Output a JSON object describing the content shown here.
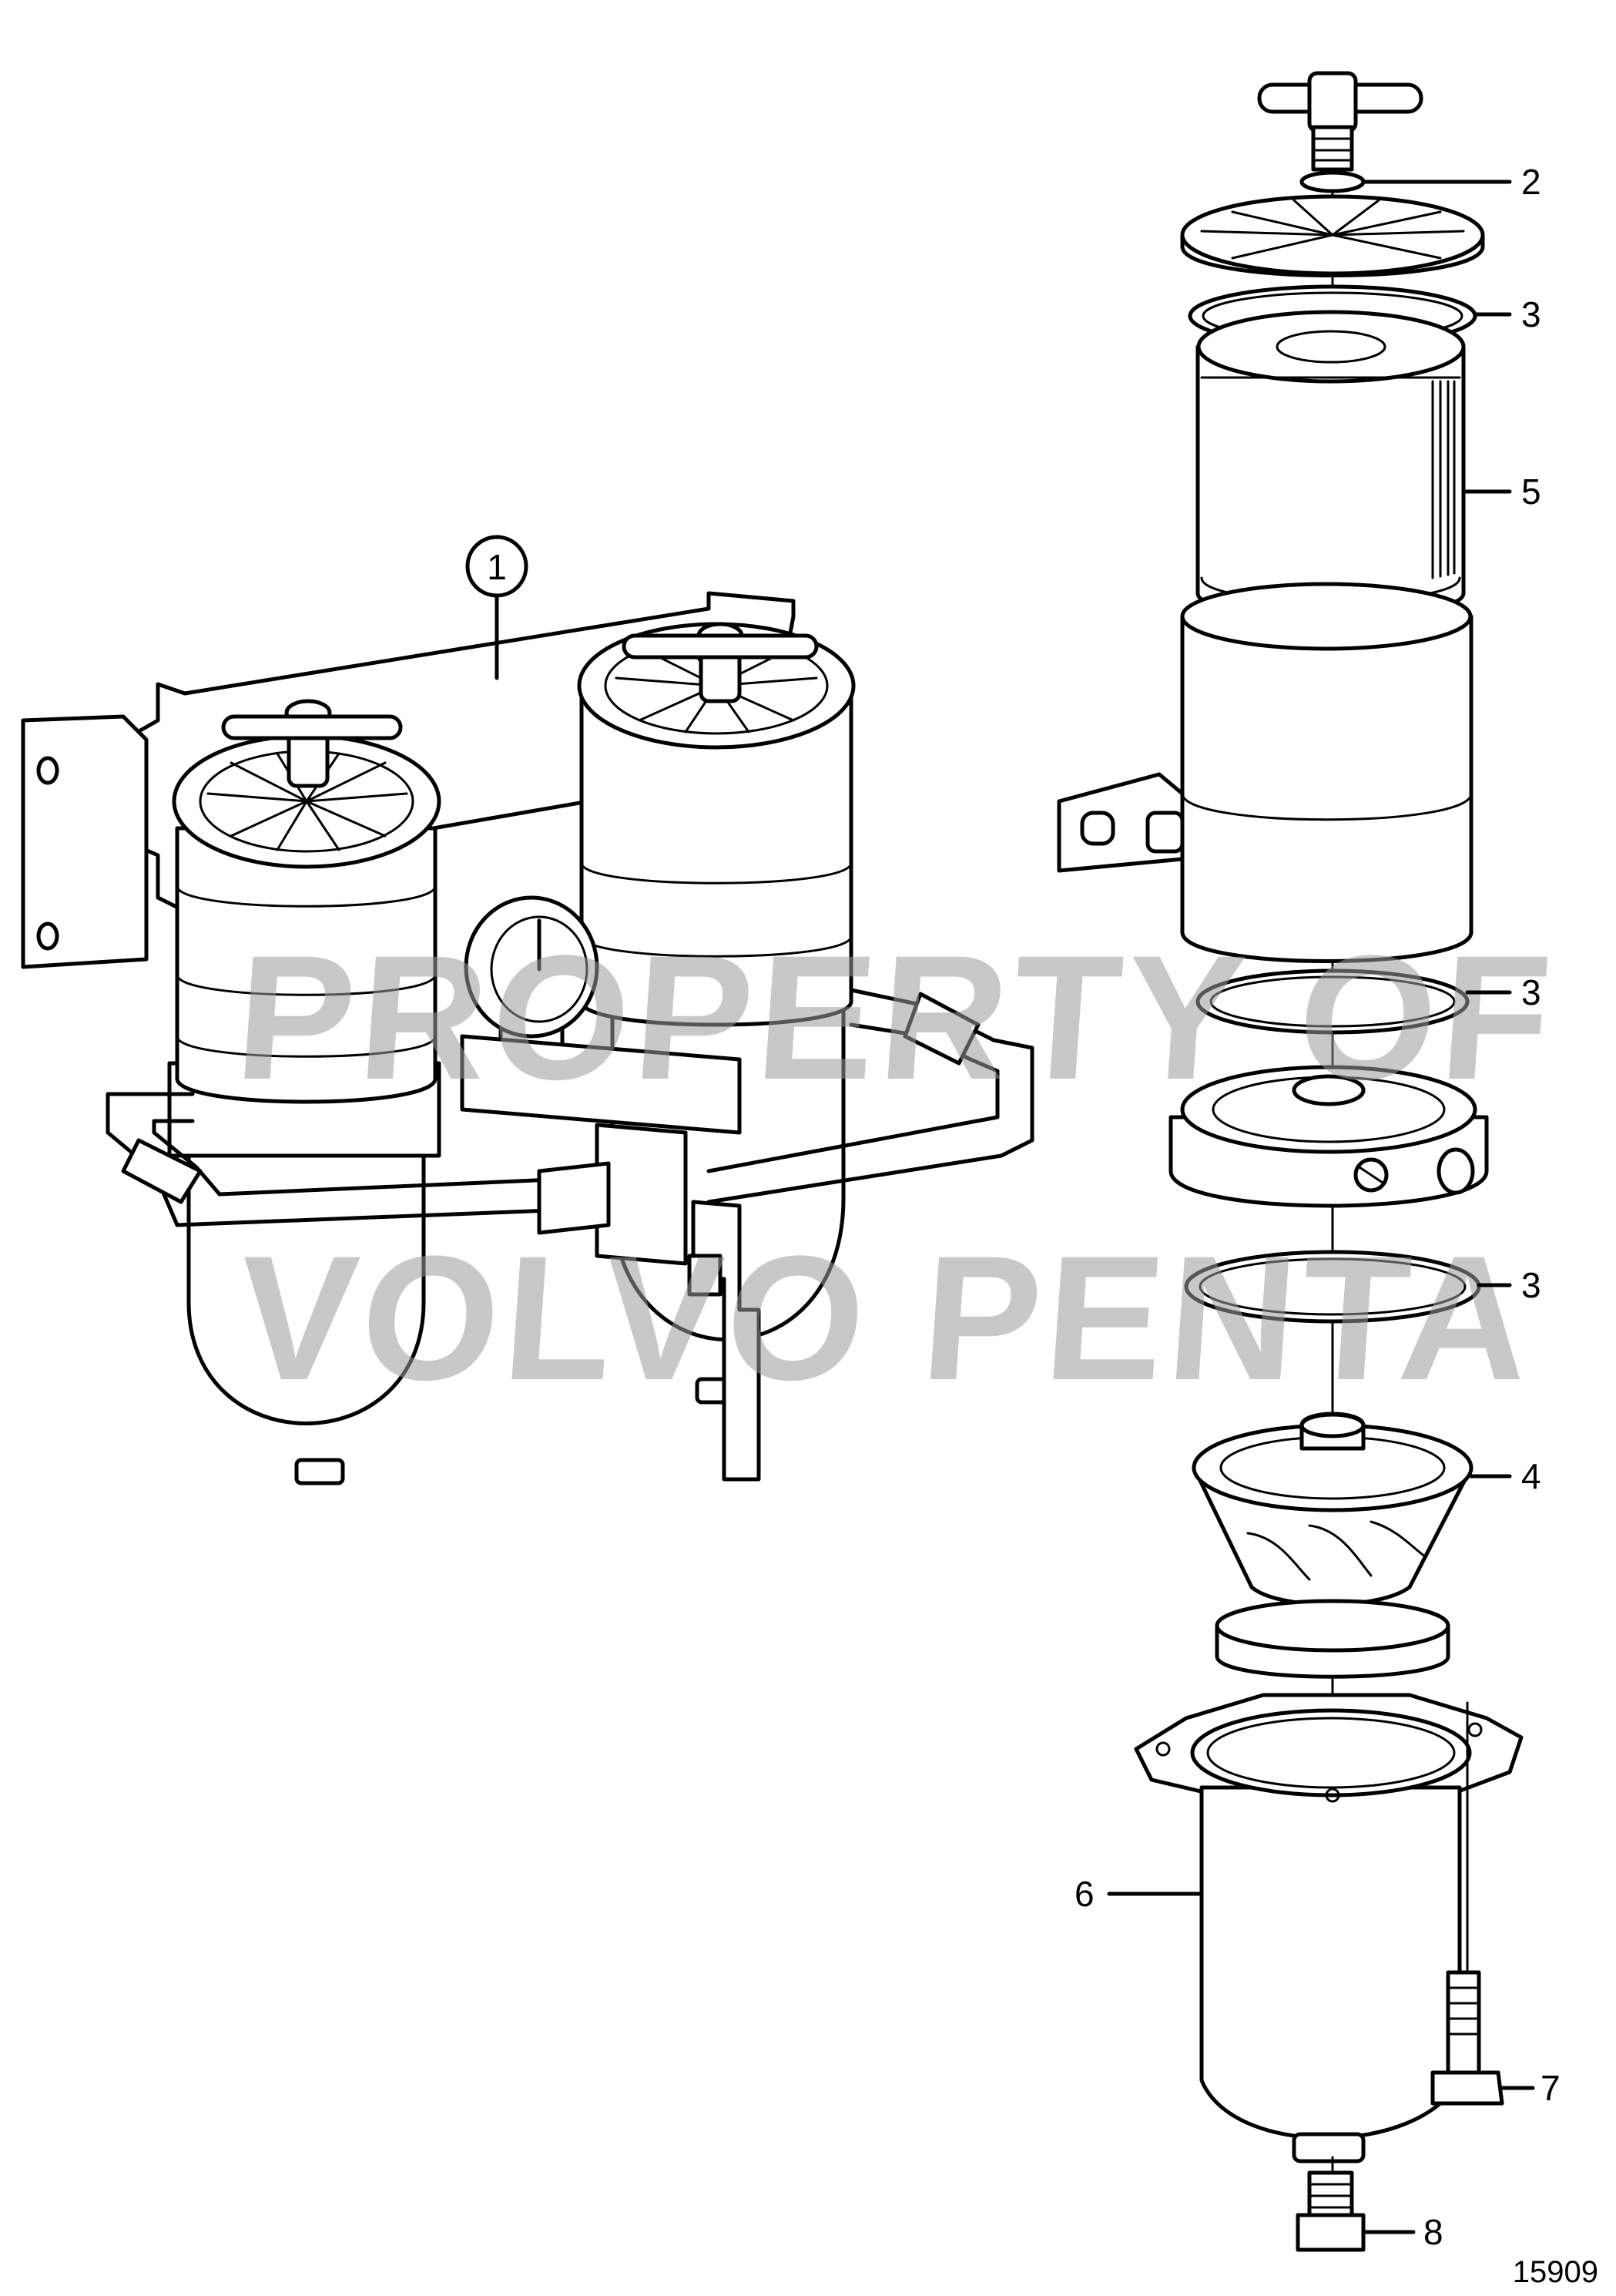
{
  "watermark": {
    "line1": "PROPERTY OF",
    "line2": "VOLVO PENTA"
  },
  "callouts": [
    {
      "id": "c1",
      "label": "1"
    },
    {
      "id": "c2",
      "label": "2"
    },
    {
      "id": "c3a",
      "label": "3"
    },
    {
      "id": "c5",
      "label": "5"
    },
    {
      "id": "c3b",
      "label": "3"
    },
    {
      "id": "c3c",
      "label": "3"
    },
    {
      "id": "c4",
      "label": "4"
    },
    {
      "id": "c6",
      "label": "6"
    },
    {
      "id": "c7",
      "label": "7"
    },
    {
      "id": "c8",
      "label": "8"
    }
  ],
  "figure_number": "15909"
}
